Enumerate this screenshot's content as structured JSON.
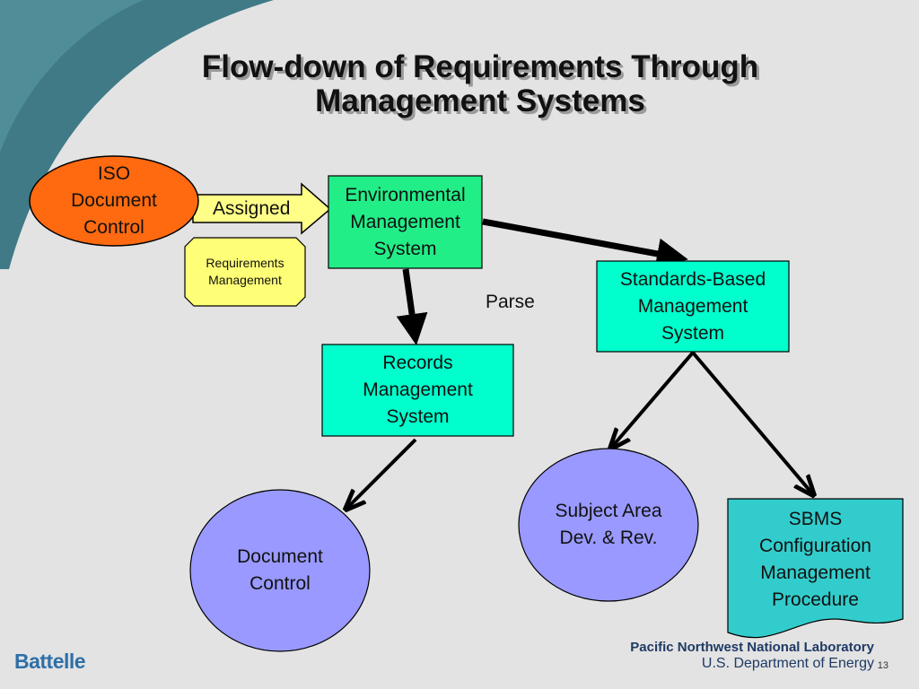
{
  "slide": {
    "title": "Flow-down of Requirements Through Management Systems",
    "page_number": "13"
  },
  "nodes": {
    "iso": "ISO\nDocument\nControl",
    "env": "Environmental\nManagement\nSystem",
    "req": "Requirements\nManagement",
    "sbms": "Standards-Based\nManagement\nSystem",
    "records": "Records\nManagement\nSystem",
    "subject": "Subject Area\nDev. & Rev.",
    "config": "SBMS\nConfiguration\nManagement\nProcedure",
    "doc_control": "Document\nControl"
  },
  "labels": {
    "assigned": "Assigned",
    "parse": "Parse"
  },
  "footer": {
    "battelle": "Battelle",
    "lab": "Pacific Northwest National Laboratory",
    "doe": "U.S. Department of Energy"
  },
  "colors": {
    "background": "#e3e3e3",
    "swoosh": "#3f7a86",
    "iso_fill": "#ff6a10",
    "green_box": "#22ee88",
    "aqua_box": "#00ffcc",
    "lavender": "#9999ff",
    "teal_doc": "#33cccc",
    "yellow": "#ffff77",
    "arrow_yellow": "#ffff88"
  }
}
